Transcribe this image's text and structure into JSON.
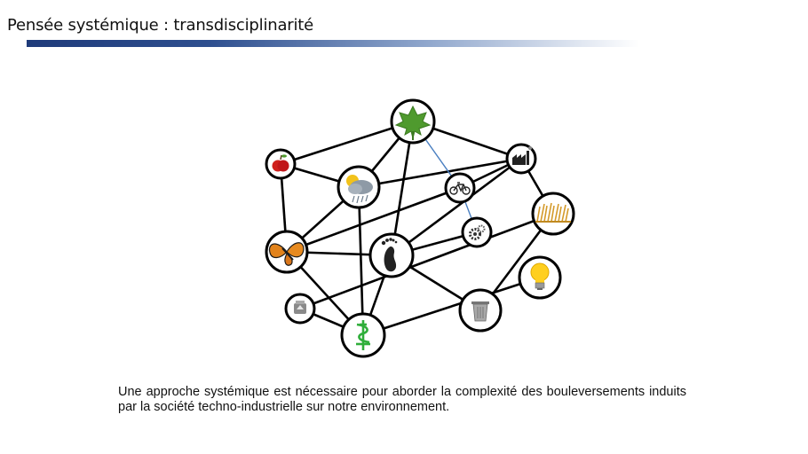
{
  "slide": {
    "title": "Pensée systémique : transdisciplinarité"
  },
  "diagram": {
    "nodes": [
      {
        "id": "leaf",
        "icon": "leaf-icon"
      },
      {
        "id": "apple",
        "icon": "apple-icon"
      },
      {
        "id": "factory",
        "icon": "factory-icon"
      },
      {
        "id": "weather",
        "icon": "weather-icon"
      },
      {
        "id": "bicycle",
        "icon": "bicycle-icon"
      },
      {
        "id": "wheat",
        "icon": "wheat-icon"
      },
      {
        "id": "butterfly",
        "icon": "butterfly-icon"
      },
      {
        "id": "gear",
        "icon": "gear-icon"
      },
      {
        "id": "footprint",
        "icon": "footprint-icon"
      },
      {
        "id": "bulb",
        "icon": "lightbulb-icon"
      },
      {
        "id": "recycle",
        "icon": "recycle-icon"
      },
      {
        "id": "trash",
        "icon": "trash-can-icon"
      },
      {
        "id": "pharmacy",
        "icon": "pharmacy-caduceus-icon"
      }
    ],
    "edges": [
      [
        "leaf",
        "apple"
      ],
      [
        "leaf",
        "factory"
      ],
      [
        "leaf",
        "weather"
      ],
      [
        "leaf",
        "footprint"
      ],
      [
        "apple",
        "weather"
      ],
      [
        "apple",
        "butterfly"
      ],
      [
        "weather",
        "factory"
      ],
      [
        "weather",
        "butterfly"
      ],
      [
        "weather",
        "pharmacy"
      ],
      [
        "factory",
        "bicycle"
      ],
      [
        "factory",
        "wheat"
      ],
      [
        "factory",
        "footprint"
      ],
      [
        "bicycle",
        "butterfly"
      ],
      [
        "butterfly",
        "footprint"
      ],
      [
        "butterfly",
        "pharmacy"
      ],
      [
        "footprint",
        "gear"
      ],
      [
        "footprint",
        "pharmacy"
      ],
      [
        "footprint",
        "trash"
      ],
      [
        "recycle",
        "wheat"
      ],
      [
        "recycle",
        "pharmacy"
      ],
      [
        "wheat",
        "trash"
      ],
      [
        "bulb",
        "pharmacy"
      ]
    ],
    "highlight_edges": [
      [
        "leaf",
        "bicycle"
      ],
      [
        "bicycle",
        "gear"
      ]
    ],
    "edge_color": "#000000",
    "highlight_color": "#4a7fc1"
  },
  "caption": {
    "text": "Une approche systémique est nécessaire pour aborder la complexité des bouleversements induits par la société techno-industrielle sur notre environnement."
  }
}
